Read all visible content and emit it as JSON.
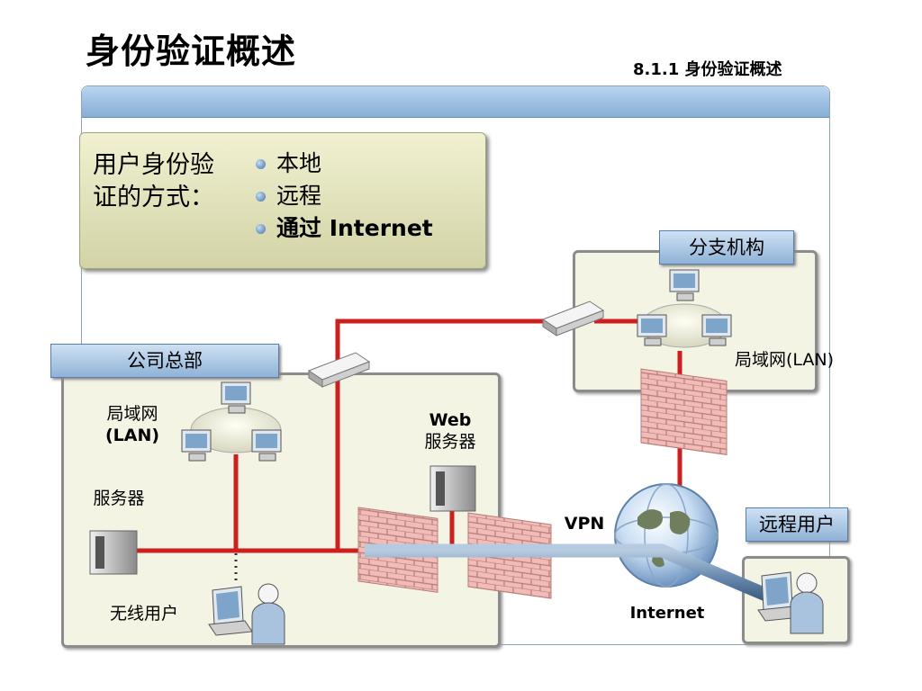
{
  "page": {
    "title": "身份验证概述",
    "section_ref": "8.1.1 身份验证概述"
  },
  "methods_box": {
    "label_line1": "用户身份验",
    "label_line2": "证的方式：",
    "items": [
      "本地",
      "远程",
      "通过 Internet"
    ]
  },
  "branch": {
    "tag": "分支机构",
    "lan_label": "局域网(LAN)"
  },
  "hq": {
    "tag": "公司总部",
    "lan_label_line1": "局域网",
    "lan_label_line2": "(LAN)",
    "server_label": "服务器",
    "web_label_line1": "Web",
    "web_label_line2": "服务器",
    "wireless_label": "无线用户"
  },
  "internet": {
    "vpn_label": "VPN",
    "label": "Internet"
  },
  "remote": {
    "tag": "远程用户"
  },
  "colors": {
    "link_red": "#cc1f1f",
    "vpn_tube": "#6e8fb3",
    "tag_blue": "#9dbce0",
    "panel_fill": "#f4f4e5"
  }
}
